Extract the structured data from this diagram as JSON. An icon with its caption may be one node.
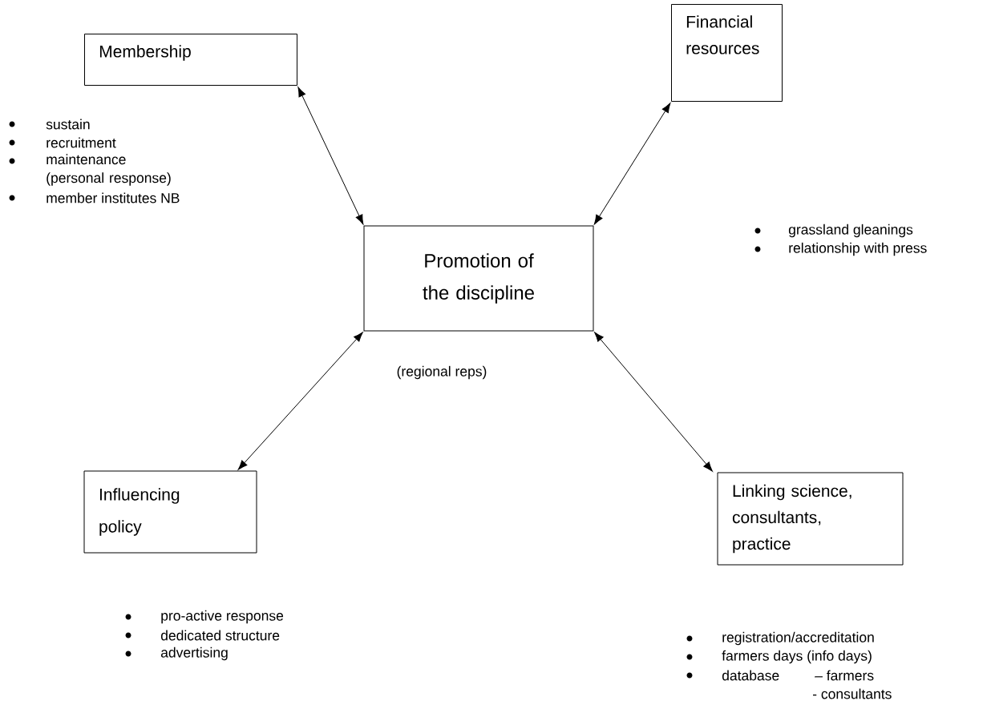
{
  "diagram": {
    "nodes": [
      {
        "text": [
          "Membership"
        ]
      },
      {
        "text": [
          "Financial resources"
        ]
      },
      {
        "text": [
          "Promotion of the discipline"
        ],
        "beside": [
          "(regional reps)"
        ]
      },
      {
        "text": [
          "Influencing policy"
        ]
      },
      {
        "text": [
          "Linking science, consultants, practice"
        ]
      }
    ],
    "edges": [
      {
        "from": 0,
        "to": 2,
        "arrow": "both"
      },
      {
        "from": 1,
        "to": 2,
        "arrow": "both"
      },
      {
        "from": 3,
        "to": 2,
        "arrow": "both"
      },
      {
        "from": 4,
        "to": 2,
        "arrow": "both"
      }
    ],
    "labels": [
      "sustain",
      "recruitment",
      "maintenance (personal response)",
      "member institutes NB",
      "grassland gleanings",
      "relationship with press",
      "pro-active response",
      "dedicated structure",
      "advertising",
      "registration/accreditation",
      "farmers days (info days)",
      "database",
      "– farmers",
      "- consultants"
    ]
  }
}
